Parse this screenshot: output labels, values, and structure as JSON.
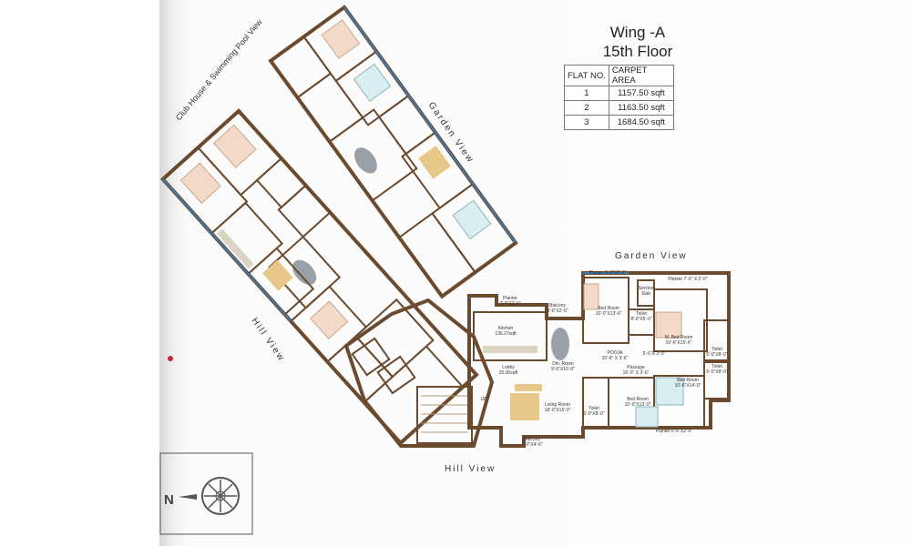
{
  "header": {
    "wing": "Wing -A",
    "floor": "15th Floor"
  },
  "area_table": {
    "columns": [
      "FLAT NO.",
      "CARPET AREA"
    ],
    "rows": [
      [
        "1",
        "1157.50 sqft"
      ],
      [
        "2",
        "1163.50 sqft"
      ],
      [
        "3",
        "1684.50 sqft"
      ]
    ]
  },
  "views": {
    "club": "Club House & Swimming Pool View",
    "garden_upper": "Garden View",
    "garden_right": "Garden View",
    "hill_left": "Hill View",
    "hill_bottom": "Hill View"
  },
  "compass": {
    "north": "N"
  },
  "rooms": {
    "planter_top": [
      "Planter",
      "6'-6\"X2'-0\""
    ],
    "bed_room_1": [
      "Bed Room",
      "10'-0\"X13'-6\""
    ],
    "service_slab": [
      "Service",
      "Slab"
    ],
    "planter_top_right": [
      "Planter",
      "7'-6\" X 2'-0\""
    ],
    "m_bed_room": [
      "M. Bed Room",
      "10'-6\"X15'-6\""
    ],
    "toilet_small": [
      "Toilet",
      "8'-0\"X5'-0\""
    ],
    "toilet_right_1": [
      "Toilet",
      "5'-0\"X8'-0\""
    ],
    "toilet_right_2": [
      "Toilet",
      "5'-0\"X8'-0\""
    ],
    "pooja": [
      "POOJA",
      "10'-6\" X 3'-6\""
    ],
    "niche": [
      "",
      "5'-6\"X 3'-0\""
    ],
    "passage": [
      "Passage",
      "16'-0\" X 3'-6\""
    ],
    "bed_room_2": [
      "Bed Room",
      "10'-6\"X14'-0\""
    ],
    "bed_room_3": [
      "Bed Room",
      "10'-0\"X13'-0\""
    ],
    "toilet_bottom": [
      "Toilet",
      "5'-0\"X8'-0\""
    ],
    "planter_bottom": [
      "Planter",
      "6'-6\"X2'-0\""
    ],
    "kitchen": [
      "Kitchen",
      "136.27sqft"
    ],
    "planter_kitchen": [
      "Planter",
      "7'-0\"X2'-0\""
    ],
    "balcony_top": [
      "Balcony",
      "5'-0\"X2'-6\""
    ],
    "din_room": [
      "Din. Room",
      "9'-6\"X10'-0\""
    ],
    "lobby": [
      "Lobby",
      "25.00sqft"
    ],
    "living_room": [
      "Living Room",
      "18'-0\"X16'-0\""
    ],
    "balcony_bottom": [
      "Balcony",
      "7'-0\"X4'-6\""
    ],
    "stair_up": [
      "UP",
      ""
    ]
  },
  "colors": {
    "wall": "#6b4a2e",
    "furniture": "#e8c88a",
    "bed": "#f3d9c8",
    "glass": "#3b7ab0",
    "table": "#9aa0a8"
  }
}
